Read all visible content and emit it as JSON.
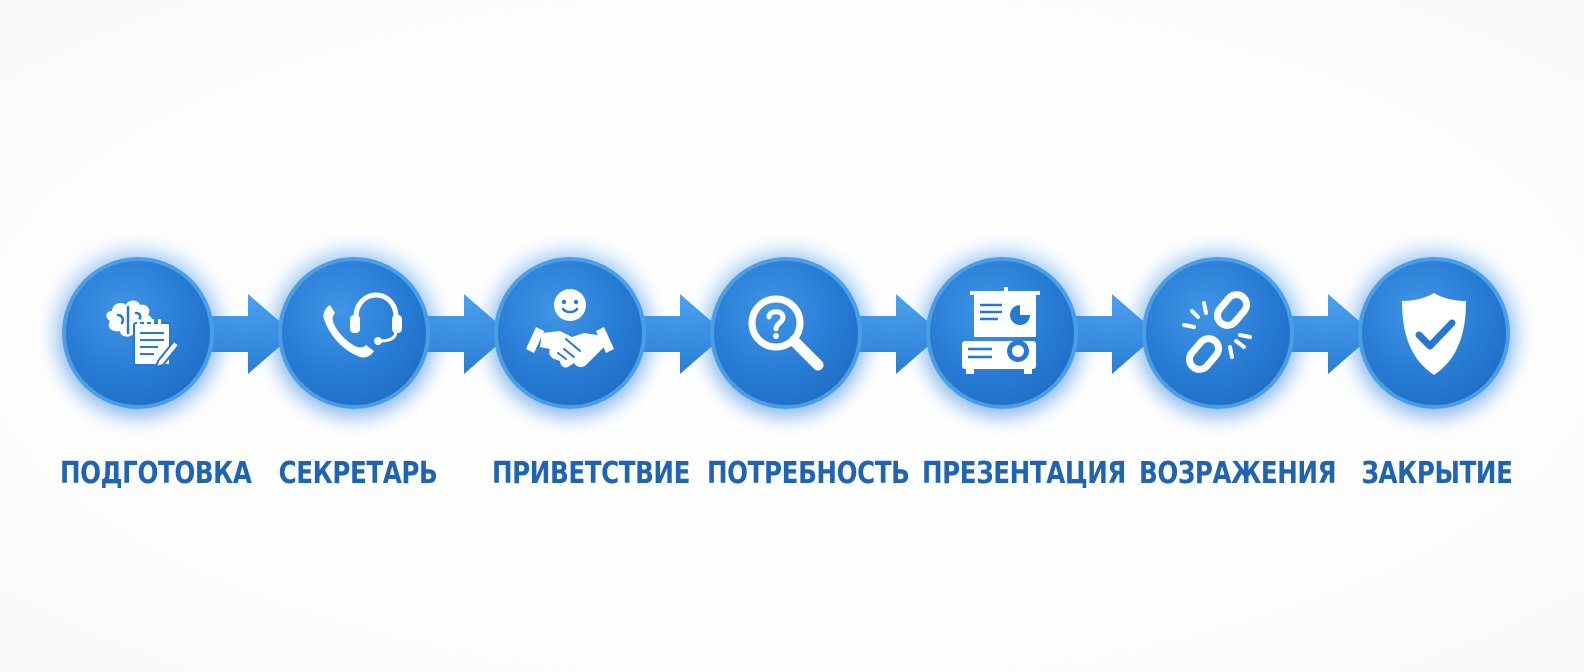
{
  "accent_color": "#2679d2",
  "label_color": "#1f64b3",
  "steps": [
    {
      "label": "ПОДГОТОВКА",
      "icon": "brain-notepad-icon"
    },
    {
      "label": "СЕКРЕТАРЬ",
      "icon": "phone-headset-icon"
    },
    {
      "label": "ПРИВЕТСТВИЕ",
      "icon": "smiley-handshake-icon"
    },
    {
      "label": "ПОТРЕБНОСТЬ",
      "icon": "magnifier-question-icon"
    },
    {
      "label": "ПРЕЗЕНТАЦИЯ",
      "icon": "presentation-projector-icon"
    },
    {
      "label": "ВОЗРАЖЕНИЯ",
      "icon": "broken-chain-icon"
    },
    {
      "label": "ЗАКРЫТИЕ",
      "icon": "shield-check-icon"
    }
  ]
}
